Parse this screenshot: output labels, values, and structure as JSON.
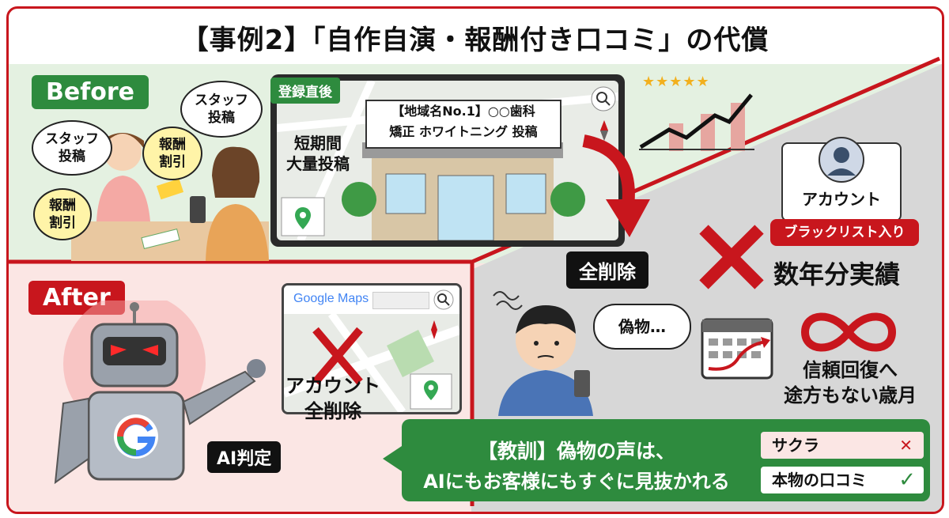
{
  "title": "【事例2】「自作自演・報酬付き口コミ」の代償",
  "before": {
    "tag": "Before",
    "bubbles": {
      "staff_post_1": "スタッフ\n投稿",
      "staff_post_2": "スタッフ\n投稿",
      "reward_discount_1": "報酬\n割引",
      "reward_discount_2": "報酬\n割引"
    },
    "screen": {
      "label": "登録直後",
      "sign_line1": "【地域名No.1】○○歯科",
      "sign_line2": "矯正 ホワイトニング 投稿",
      "mass_post_text": "短期間\n大量投稿"
    },
    "rating_stars": "★★★★★"
  },
  "after": {
    "tag": "After",
    "maps_header": "Google Maps",
    "account_deleted_line1": "アカウント",
    "account_deleted_line2": "全削除",
    "ai_label": "AI判定"
  },
  "consequences": {
    "delete_all": "全削除",
    "account_label": "アカウント",
    "blacklist": "ブラックリスト入り",
    "years_lost": "数年分実績",
    "fake_bubble": "偽物…",
    "trust_line1": "信頼回復へ",
    "trust_line2": "途方もない歳月"
  },
  "lesson": {
    "line1": "【教訓】偽物の声は、",
    "line2": "AIにもお客様にもすぐに見抜かれる",
    "sakura": "サクラ",
    "sakura_mark": "✕",
    "real_reviews": "本物の口コミ",
    "real_mark": "✓"
  },
  "colors": {
    "accent_red": "#c8161d",
    "accent_green": "#2e8b3e",
    "before_bg": "#e4f1e1",
    "after_bg": "#fbe6e4"
  }
}
